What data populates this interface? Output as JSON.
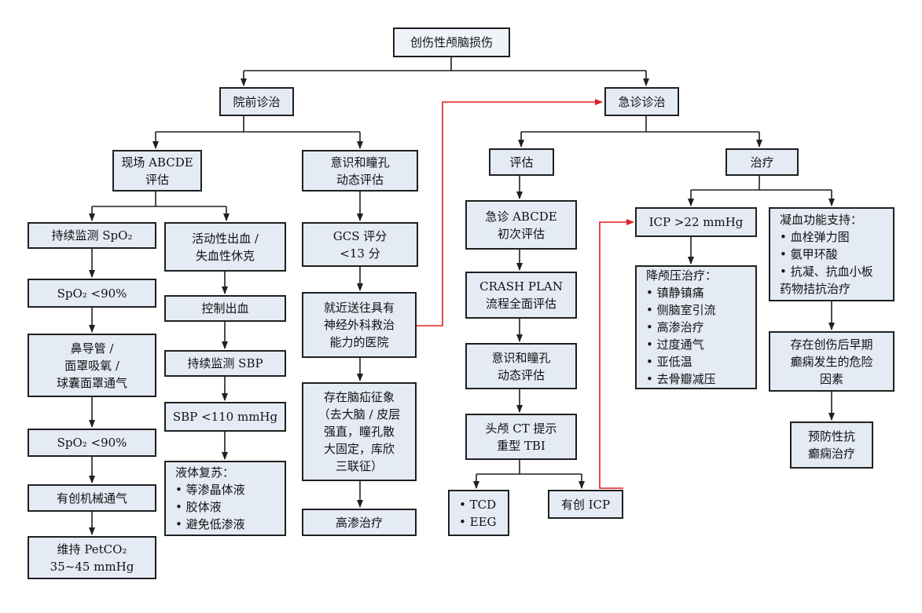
{
  "nodes": {
    "root": "创伤性颅脑损伤",
    "prehospital": "院前诊治",
    "emergency": "急诊诊治",
    "scene_abcde": "现场 ABCDE\n评估",
    "consciousness_pre": "意识和瞳孔\n动态评估",
    "assess": "评估",
    "treat": "治疗",
    "spo2_monitor": "持续监测 SpO₂",
    "bleeding_shock": "活动性出血 /\n失血性休克",
    "gcs": "GCS 评分\n<13 分",
    "er_abcde": "急诊 ABCDE\n初次评估",
    "icp_high": "ICP >22 mmHg",
    "coag_support": "凝血功能支持：\n• 血栓弹力图\n• 氨甲环酸\n• 抗凝、抗血小板\n  药物拮抗治疗",
    "spo2_low_1": "SpO₂ <90%",
    "control_bleeding": "控制出血",
    "transfer_hospital": "就近送往具有\n神经外科救治\n能力的医院",
    "crash_plan": "CRASH PLAN\n流程全面评估",
    "icp_lowering": "降颅压治疗：\n• 镇静镇痛\n• 侧脑室引流\n• 高渗治疗\n• 过度通气\n• 亚低温\n• 去骨瓣减压",
    "oxygen": "鼻导管 /\n面罩吸氧 /\n球囊面罩通气",
    "sbp_monitor": "持续监测 SBP",
    "consciousness_er": "意识和瞳孔\n动态评估",
    "seizure_risk": "存在创伤后早期\n癫痫发生的危险\n因素",
    "hernia_signs": "存在脑疝征象\n（去大脑 / 皮层\n强直，瞳孔散\n大固定，库欣\n三联征）",
    "sbp_low": "SBP <110 mmHg",
    "spo2_low_2": "SpO₂ <90%",
    "ct_tbi": "头颅 CT 提示\n重型 TBI",
    "antiepileptic": "预防性抗\n癫痫治疗",
    "fluid_resus": "液体复苏：\n• 等渗晶体液\n• 胶体液\n• 避免低渗液",
    "mech_vent": "有创机械通气",
    "hyperosmolar": "高渗治疗",
    "tcd_eeg": "• TCD\n• EEG",
    "invasive_icp": "有创 ICP",
    "petco2": "维持 PetCO₂\n35~45 mmHg"
  },
  "colors": {
    "box_fill": "#e4ebf5",
    "border": "#1f1f1f",
    "highlight_arrow": "#e0201f"
  }
}
